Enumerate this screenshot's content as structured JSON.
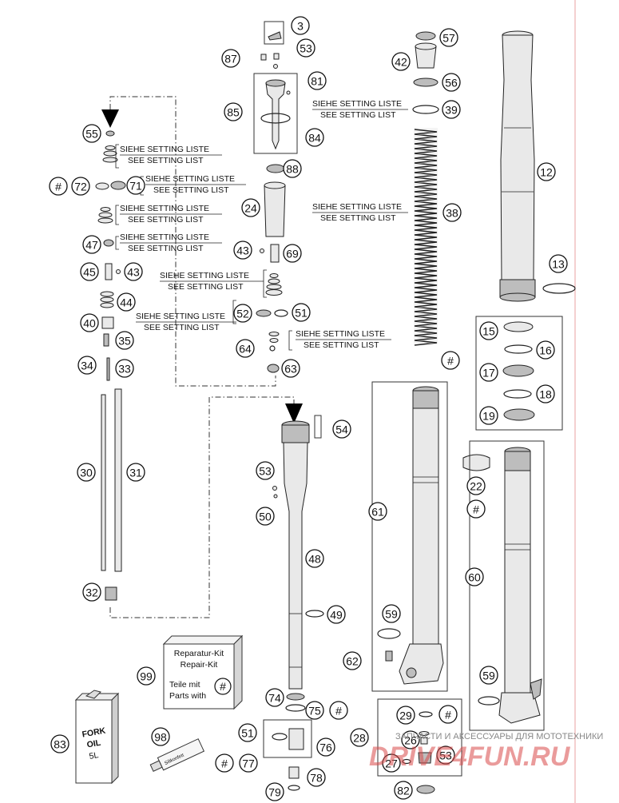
{
  "setting": {
    "de": "SIEHE SETTING LISTE",
    "en": "SEE SETTING LIST"
  },
  "repair_box": {
    "line1": "Reparatur-Kit",
    "line2": "Repair-Kit",
    "line3": "Teile mit",
    "line4": "Parts with",
    "hash": "#"
  },
  "can": {
    "line1": "FORK",
    "line2": "OIL",
    "line3": "5L"
  },
  "tube_label": "Silikonfett",
  "watermark": {
    "small": "ЗАПЧАСТИ И АКСЕССУАРЫ ДЛЯ МОТОТЕХНИКИ",
    "big": "DRIVE4FUN.RU"
  },
  "callouts": [
    "3",
    "87",
    "53",
    "81",
    "85",
    "84",
    "57",
    "42",
    "56",
    "39",
    "12",
    "13",
    "55",
    "72",
    "71",
    "88",
    "24",
    "38",
    "47",
    "43",
    "69",
    "45",
    "44",
    "52",
    "51",
    "40",
    "35",
    "64",
    "34",
    "33",
    "63",
    "15",
    "16",
    "17",
    "18",
    "19",
    "54",
    "22",
    "30",
    "31",
    "50",
    "61",
    "60",
    "48",
    "32",
    "49",
    "59",
    "62",
    "99",
    "74",
    "75",
    "83",
    "98",
    "51",
    "76",
    "77",
    "78",
    "79",
    "29",
    "28",
    "26",
    "27",
    "82",
    "#"
  ],
  "colors": {
    "accent_line": "#e8a0a0",
    "watermark": "#d94b4b"
  }
}
